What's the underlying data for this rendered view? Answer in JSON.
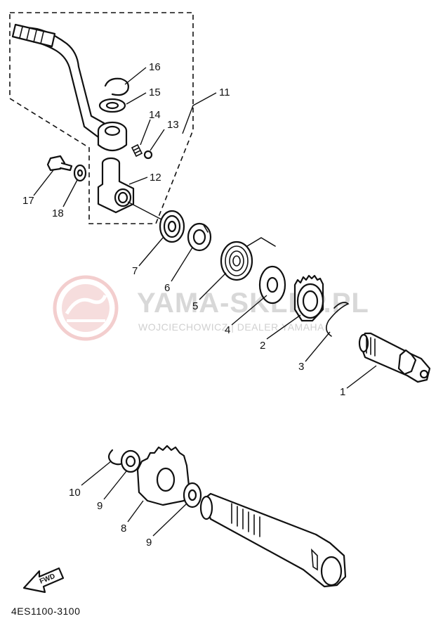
{
  "watermark": {
    "title": "YAMA-SKLEP.PL",
    "subtitle": "WOJCIECHOWICZ | DEALER YAMAHA",
    "logo_color": "#f2c9c9"
  },
  "labels": {
    "p1": "1",
    "p2": "2",
    "p3": "3",
    "p4": "4",
    "p5": "5",
    "p6": "6",
    "p7": "7",
    "p8": "8",
    "p9a": "9",
    "p9b": "9",
    "p10": "10",
    "p11": "11",
    "p12": "12",
    "p13": "13",
    "p14": "14",
    "p15": "15",
    "p16": "16",
    "p17": "17",
    "p18": "18"
  },
  "fwd_label": "FWD",
  "diagram_code": "4ES1100-3100"
}
